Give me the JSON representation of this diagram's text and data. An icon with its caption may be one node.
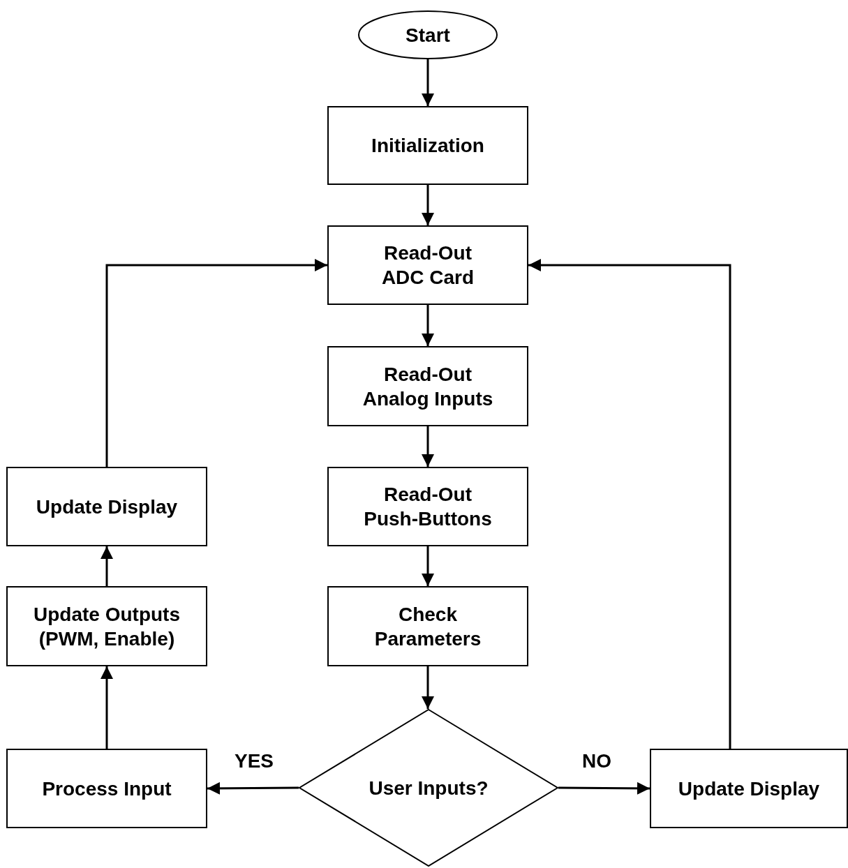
{
  "diagram": {
    "nodes": [
      {
        "text": [
          "Start"
        ]
      },
      {
        "text": [
          "Initialization"
        ]
      },
      {
        "text": [
          "Read-Out ADC Card"
        ]
      },
      {
        "text": [
          "Read-Out Analog Inputs"
        ]
      },
      {
        "text": [
          "Read-Out Push-Buttons"
        ]
      },
      {
        "text": [
          "Check Parameters"
        ]
      },
      {
        "text": [
          "User Inputs?"
        ]
      },
      {
        "text": [
          "Process Input"
        ]
      },
      {
        "text": [
          "Update Outputs (PWM, Enable)"
        ]
      },
      {
        "text": [
          "Update Display"
        ]
      },
      {
        "text": [
          "Update Display"
        ]
      }
    ],
    "edges": [
      {
        "from": 0,
        "to": 1,
        "arrow": "to"
      },
      {
        "from": 1,
        "to": 2,
        "arrow": "to"
      },
      {
        "from": 2,
        "to": 3,
        "arrow": "to"
      },
      {
        "from": 3,
        "to": 4,
        "arrow": "to"
      },
      {
        "from": 4,
        "to": 5,
        "arrow": "to"
      },
      {
        "from": 5,
        "to": 6,
        "arrow": "to"
      },
      {
        "from": 6,
        "to": 7,
        "arrow": "to",
        "label": "YES"
      },
      {
        "from": 6,
        "to": 10,
        "arrow": "to",
        "label": "NO"
      },
      {
        "from": 7,
        "to": 8,
        "arrow": "to"
      },
      {
        "from": 8,
        "to": 9,
        "arrow": "to"
      },
      {
        "from": 9,
        "to": 2,
        "arrow": "to"
      },
      {
        "from": 10,
        "to": 2,
        "arrow": "to"
      }
    ]
  }
}
